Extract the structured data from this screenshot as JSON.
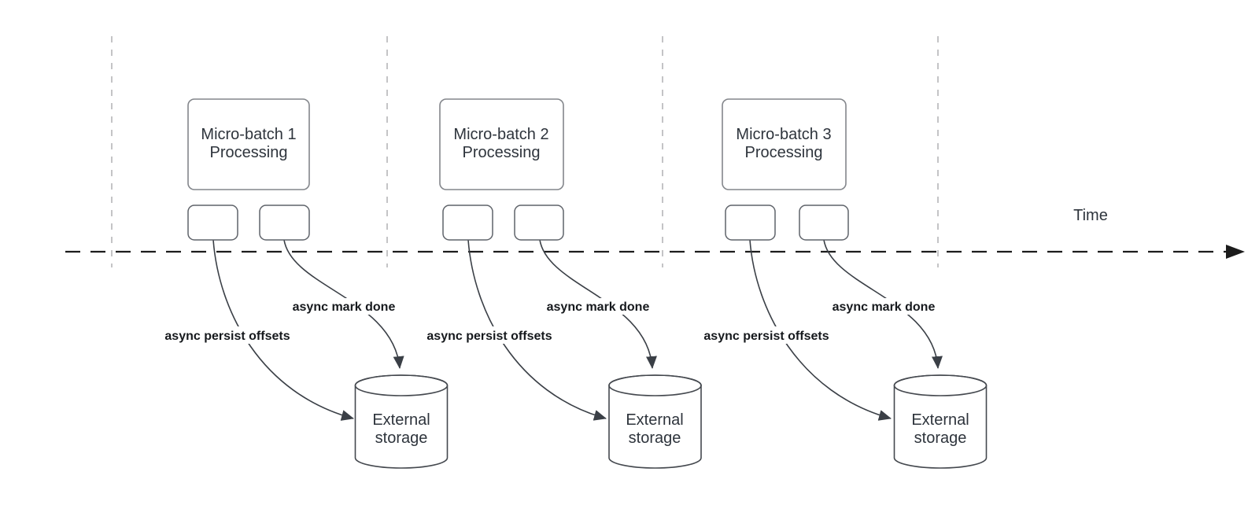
{
  "diagram": {
    "time_label": "Time",
    "groups": [
      {
        "title_line1": "Micro-batch 1",
        "title_line2": "Processing",
        "persist_label": "async persist offsets",
        "done_label": "async mark done",
        "storage_line1": "External",
        "storage_line2": "storage"
      },
      {
        "title_line1": "Micro-batch 2",
        "title_line2": "Processing",
        "persist_label": "async persist offsets",
        "done_label": "async mark done",
        "storage_line1": "External",
        "storage_line2": "storage"
      },
      {
        "title_line1": "Micro-batch 3",
        "title_line2": "Processing",
        "persist_label": "async persist offsets",
        "done_label": "async mark done",
        "storage_line1": "External",
        "storage_line2": "storage"
      }
    ],
    "colors": {
      "node_stroke": "#45494f",
      "node_text": "#2e343c",
      "edge_stroke": "#3a3f46",
      "edge_label_text": "#16191d",
      "timeline": "#1c1c1c",
      "guide_line": "#b0b1b4",
      "background": "#ffffff"
    }
  }
}
